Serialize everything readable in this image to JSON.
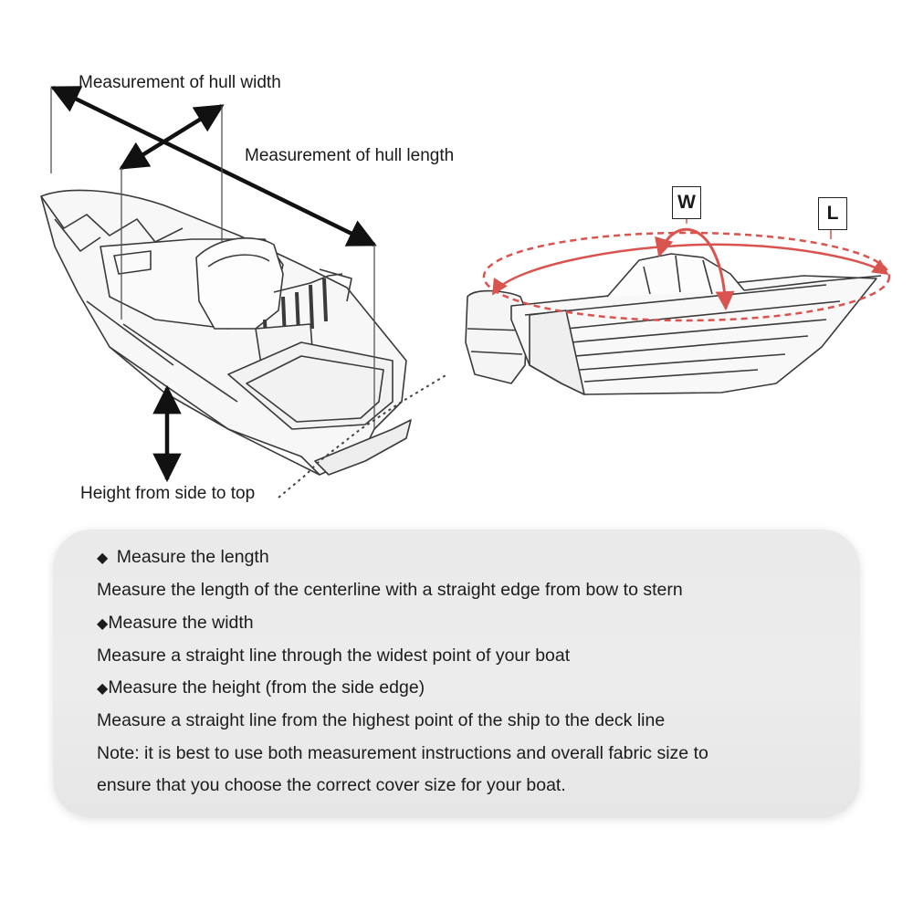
{
  "labels": {
    "hull_width": "Measurement of hull width",
    "hull_length": "Measurement of hull length",
    "height": "Height from side to top",
    "w_box": "W",
    "l_box": "L"
  },
  "instructions": {
    "bullet_glyph": "◆",
    "length_heading": "Measure the length",
    "length_text": "Measure the length of the centerline with a straight edge from bow to stern",
    "width_heading": "Measure the width",
    "width_text": "Measure a straight line through the widest point of your boat",
    "height_heading": "Measure the height (from the side edge)",
    "height_text": "Measure a straight line from the highest point of the ship to the deck line",
    "note_line1": "Note: it is best to use both measurement instructions and overall fabric size to",
    "note_line2": "ensure that you choose the correct cover size for your boat."
  },
  "colors": {
    "accent_red": "#d9534f",
    "line_dark": "#2a2a2a",
    "panel_bg": "#ebebeb"
  }
}
